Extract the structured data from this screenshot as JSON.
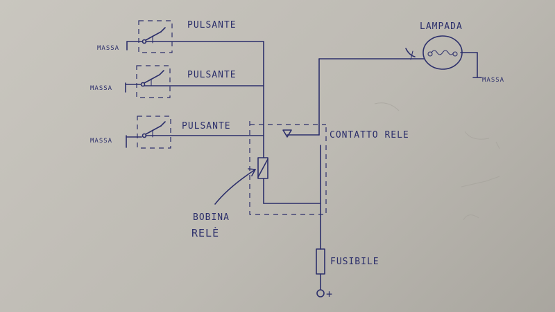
{
  "labels": {
    "pulsante_1": "PULSANTE",
    "pulsante_2": "PULSANTE",
    "pulsante_3": "PULSANTE",
    "massa_1": "MASSA",
    "massa_2": "MASSA",
    "massa_3": "MASSA",
    "massa_lamp": "MASSA",
    "lampada": "LAMPADA",
    "contatto": "CONTATTO RELE",
    "bobina_1": "BOBINA",
    "bobina_2": "RELÈ",
    "fusibile": "FUSIBILE",
    "plus": "+"
  },
  "colors": {
    "ink": "#2c2f6b",
    "paper": "#c4c1ba"
  }
}
